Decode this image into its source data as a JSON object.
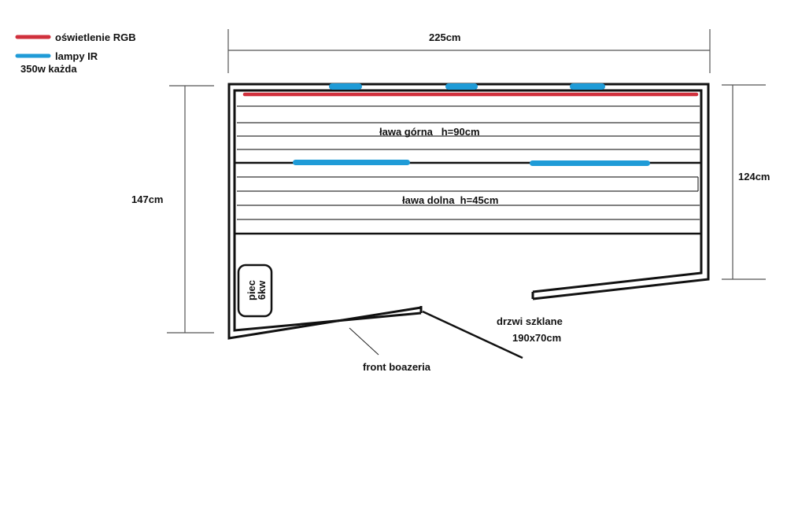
{
  "legend": {
    "items": [
      {
        "label": "oświetlenie RGB",
        "color": "#d0303c",
        "icon": "red-line-swatch"
      },
      {
        "label": "lampy IR",
        "color": "#1f9bd7",
        "icon": "blue-line-swatch"
      }
    ],
    "note": "350w każda"
  },
  "dimensions": {
    "width": "225cm",
    "left_depth": "147cm",
    "right_depth": "124cm"
  },
  "benches": {
    "upper": "ława górna   h=90cm",
    "lower": "ława dolna  h=45cm"
  },
  "stove": {
    "line1": "piec",
    "line2": "6kw"
  },
  "door": {
    "label": "drzwi szklane",
    "size": "190x70cm"
  },
  "front_panel": "front boazeria",
  "colors": {
    "rgb_light": "#d0303c",
    "ir_lamp": "#1f9bd7",
    "wall": "#111111",
    "dim_line": "#555555"
  }
}
